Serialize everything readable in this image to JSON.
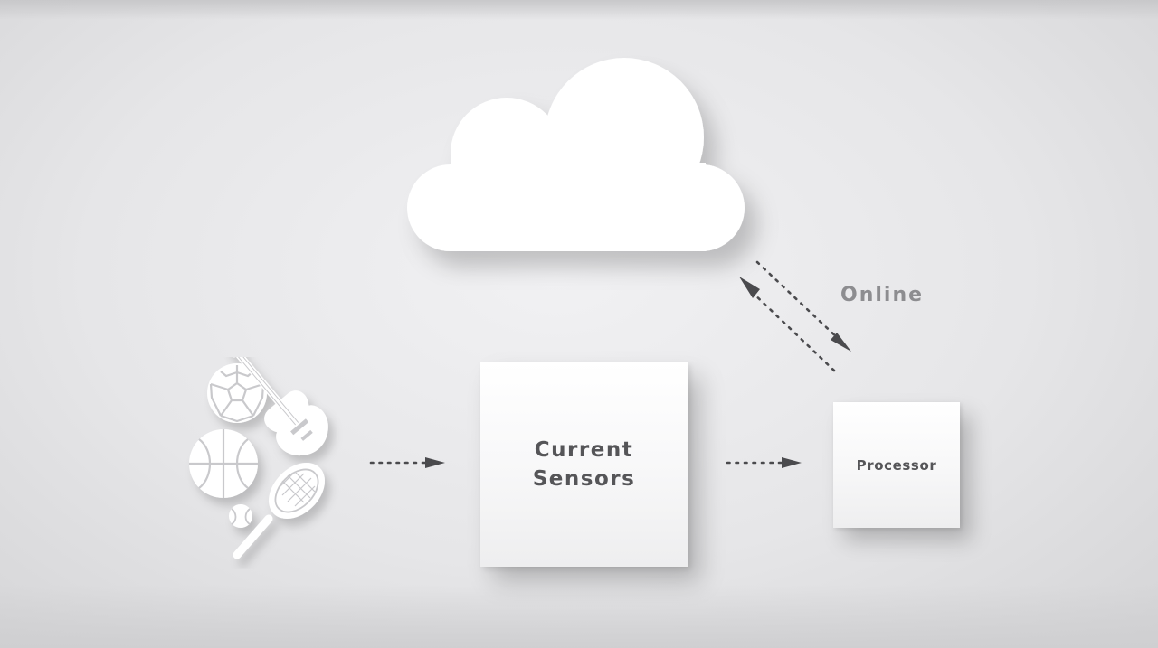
{
  "diagram": {
    "nodes": [
      {
        "id": "activities",
        "icons": [
          "soccer-ball-icon",
          "guitar-icon",
          "basketball-icon",
          "tennis-racket-icon",
          "tennis-ball-icon"
        ]
      },
      {
        "id": "sensors",
        "label_line1": "Current",
        "label_line2": "Sensors"
      },
      {
        "id": "processor",
        "label": "Processor"
      },
      {
        "id": "cloud",
        "icon": "cloud-icon"
      }
    ],
    "connections": [
      {
        "from": "activities",
        "to": "sensors",
        "style": "dotted-arrow"
      },
      {
        "from": "sensors",
        "to": "processor",
        "style": "dotted-arrow"
      },
      {
        "from": "processor",
        "to": "cloud",
        "style": "dotted-arrow"
      },
      {
        "from": "cloud",
        "to": "processor",
        "style": "dotted-arrow"
      }
    ],
    "link_label": "Online"
  },
  "colors": {
    "background": "#e6e6e8",
    "node_fill": "#ffffff",
    "text": "#555558",
    "label_text": "#8d8d90",
    "arrow": "#4a4a4d"
  }
}
